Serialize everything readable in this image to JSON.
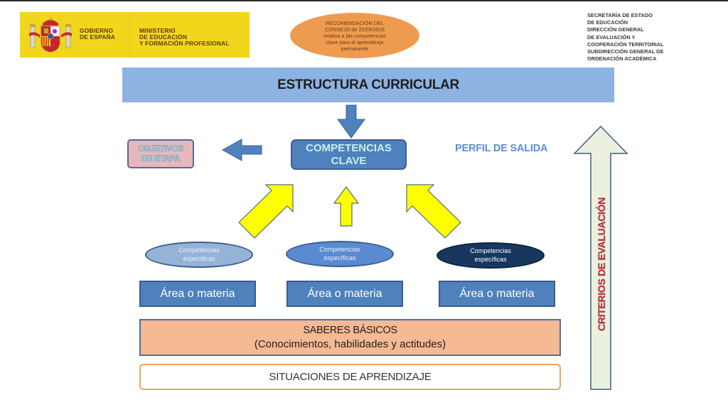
{
  "header": {
    "logo": {
      "government_label": "GOBIERNO\nDE ESPAÑA",
      "ministry_label": "MINISTERIO\nDE EDUCACIÓN\nY FORMACIÓN PROFESIONAL",
      "crest_icon": "spain-coat-of-arms-icon",
      "background_color": "#f2d61b"
    },
    "recommendation": "RECOMENDACIÓN DEL\nCONSEJO de 22/05/2018\nrelativa a las competencias\nclave para el aprendizaje\npermanente",
    "departments": "SECRETARÍA DE ESTADO\nDE EDUCACIÓN\nDIRECCIÓN GENERAL\nDE EVALUACIÓN Y\nCOOPERACIÓN TERRITORIAL\nSUBDIRECCIÓN GENERAL DE\nORDENACIÓN ACADÉMICA"
  },
  "diagram": {
    "title": "ESTRUCTURA CURRICULAR",
    "key_competences": "COMPETENCIAS\nCLAVE",
    "stage_objectives": "OBJETIVOS\nDE ETAPA",
    "exit_profile": "PERFIL DE SALIDA",
    "specific_competences": [
      {
        "label": "Competencias\nespecíficas"
      },
      {
        "label": "Competencias\nespecíficas"
      },
      {
        "label": "Competencias\nespecíficas"
      }
    ],
    "subjects": [
      {
        "label": "Área o materia"
      },
      {
        "label": "Área o materia"
      },
      {
        "label": "Área o materia"
      }
    ],
    "basic_knowledge": {
      "title": "SABERES BÁSICOS",
      "subtitle": "(Conocimientos, habilidades y actitudes)"
    },
    "learning_situations": "SITUACIONES DE APRENDIZAJE",
    "evaluation_criteria": "CRITERIOS DE EVALUACIÓN"
  },
  "colors": {
    "header_bar": "#8db3e2",
    "key_competences_fill": "#4f81bd",
    "arrow_blue": "#4f81bd",
    "arrow_yellow": "#ffff00",
    "stage_objectives_fill": "#e6b8bd",
    "basic_knowledge_fill": "#f5b994",
    "recommendation_fill": "#ef9b4f",
    "criteria_arrow_fill": "#ebf1de",
    "criteria_text": "#c0394a"
  }
}
